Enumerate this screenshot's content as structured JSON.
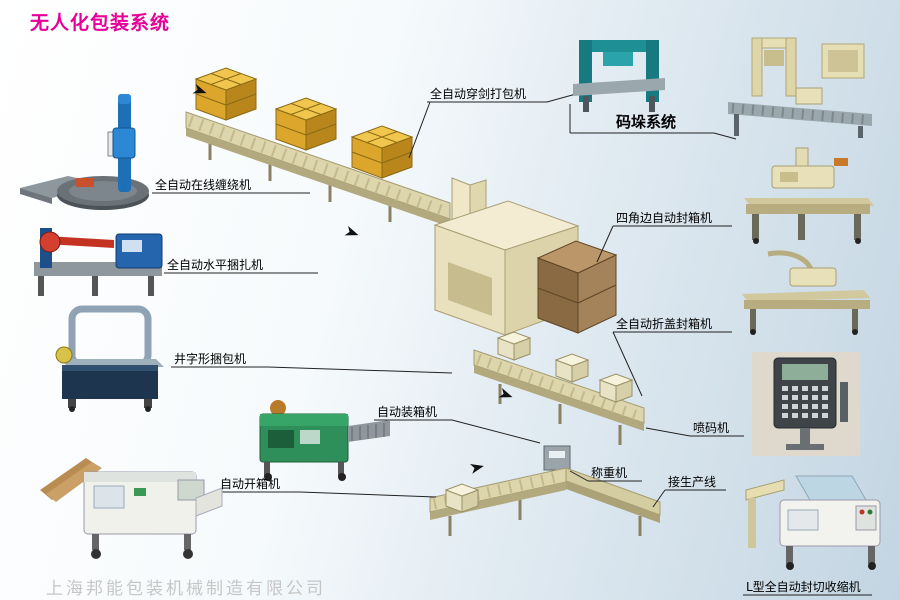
{
  "page": {
    "title": "无人化包装系统",
    "watermark": "上海邦能包装机械制造有限公司",
    "title_color": "#e60098",
    "background_tint": "#c3d5e2"
  },
  "labels": {
    "wrapping_machine": "全自动在线缠绕机",
    "horizontal_strapping_machine": "全自动水平捆扎机",
    "cross_strapping_machine": "井字形捆包机",
    "carton_opening_machine": "自动开箱机",
    "case_packing_machine": "自动装箱机",
    "sword_baling_machine": "全自动穿剑打包机",
    "palletizing_system": "码垛系统",
    "corner_edge_sealing_machine": "四角边自动封箱机",
    "flap_folding_sealing_machine": "全自动折盖封箱机",
    "inkjet_coding_machine": "喷码机",
    "weighing_machine": "称重机",
    "production_line_connection": "接生产线",
    "l_type_shrink_machine": "L型全自动封切收缩机"
  }
}
